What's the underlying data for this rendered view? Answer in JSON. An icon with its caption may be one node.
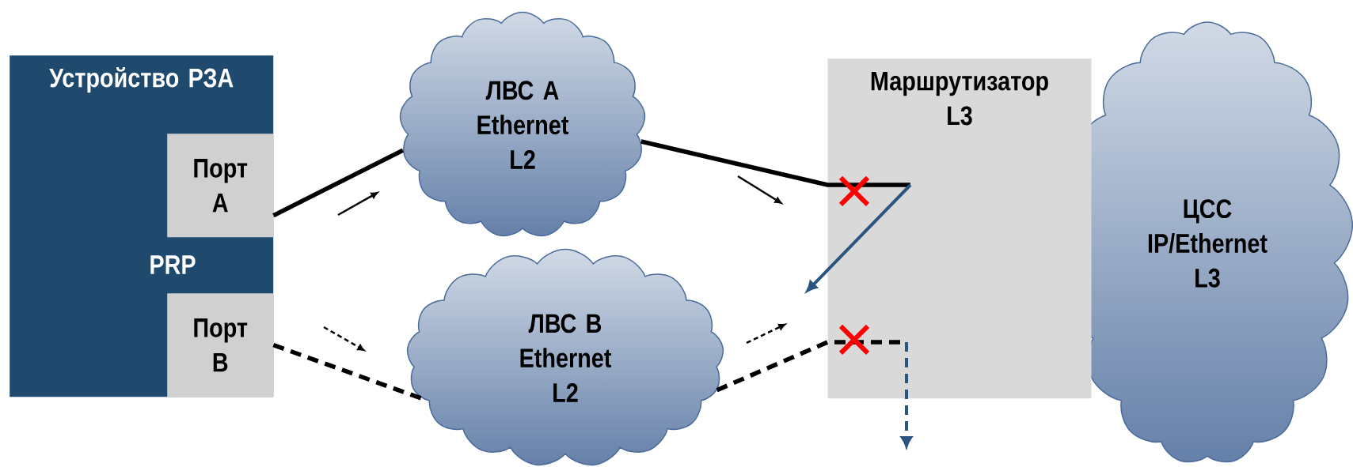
{
  "diagram": {
    "nodes": [
      {
        "text": [
          "Устройство РЗА",
          "PRP"
        ]
      },
      {
        "text": [
          "Порт A"
        ],
        "in": 0
      },
      {
        "text": [
          "Порт B"
        ],
        "in": 0
      },
      {
        "text": [
          "ЛВС A Ethernet L2"
        ]
      },
      {
        "text": [
          "ЛВС B Ethernet L2"
        ]
      },
      {
        "text": [
          "ЦСС IP/Ethernet L3"
        ]
      },
      {
        "text": [
          "Маршрутизатор L3"
        ]
      }
    ],
    "edges": [
      {
        "from": 1,
        "to": 3,
        "arrow": "none"
      },
      {
        "from": 3,
        "to": 6,
        "arrow": "none"
      },
      {
        "from": 2,
        "to": 4,
        "arrow": "none",
        "style": "dashed"
      },
      {
        "from": 4,
        "to": 6,
        "arrow": "none",
        "style": "dashed"
      }
    ]
  }
}
